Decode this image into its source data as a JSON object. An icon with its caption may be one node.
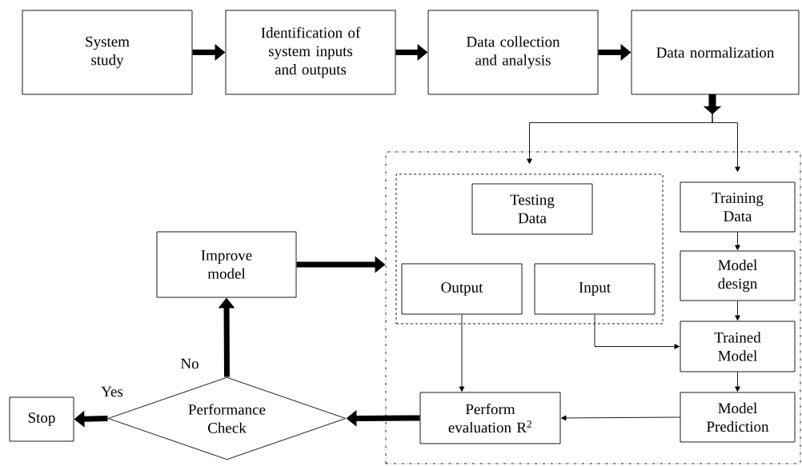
{
  "diagram": {
    "nodes": [
      {
        "text": [
          "System study"
        ]
      },
      {
        "text": [
          "Identification of system inputs and outputs"
        ]
      },
      {
        "text": [
          "Data collection and analysis"
        ]
      },
      {
        "text": [
          "Data normalization"
        ]
      },
      {
        "text": [],
        "shape": "box"
      },
      {
        "text": [],
        "shape": "box",
        "in": 4
      },
      {
        "text": [
          "Testing Data"
        ],
        "in": 5
      },
      {
        "text": [
          "Output"
        ],
        "in": 5
      },
      {
        "text": [
          "Input"
        ],
        "in": 5
      },
      {
        "text": [
          "Training Data"
        ],
        "in": 4
      },
      {
        "text": [
          "Model design"
        ],
        "in": 4
      },
      {
        "text": [
          "Trained Model"
        ],
        "in": 4
      },
      {
        "text": [
          "Model Prediction"
        ],
        "in": 4
      },
      {
        "text": [
          "Perform evaluation R$^{2}$"
        ],
        "in": 4
      },
      {
        "text": [
          "Performance Check"
        ]
      },
      {
        "text": [
          "Stop"
        ]
      },
      {
        "text": [
          "Improve model"
        ]
      }
    ],
    "edges": [
      {
        "from": 0,
        "to": 1,
        "arrow": "to",
        "style": "thick"
      },
      {
        "from": 1,
        "to": 2,
        "arrow": "to",
        "style": "thick"
      },
      {
        "from": 2,
        "to": 3,
        "arrow": "to",
        "style": "thick"
      },
      {
        "from": 3,
        "to": 5,
        "arrow": "to"
      },
      {
        "from": 3,
        "to": 9,
        "arrow": "to"
      },
      {
        "from": 9,
        "to": 10,
        "arrow": "to"
      },
      {
        "from": 10,
        "to": 11,
        "arrow": "to"
      },
      {
        "from": 11,
        "to": 12,
        "arrow": "to"
      },
      {
        "from": 8,
        "to": 11,
        "arrow": "to"
      },
      {
        "from": 7,
        "to": 13,
        "arrow": "to"
      },
      {
        "from": 12,
        "to": 13,
        "arrow": "to"
      },
      {
        "from": 13,
        "to": 14,
        "arrow": "to",
        "style": "thick"
      },
      {
        "from": 14,
        "to": 15,
        "arrow": "to",
        "style": "thick",
        "label": "Yes"
      },
      {
        "from": 14,
        "to": 16,
        "arrow": "to",
        "style": "thick",
        "label": "No"
      },
      {
        "from": 16,
        "to": 4,
        "arrow": "to",
        "style": "thick"
      }
    ]
  }
}
